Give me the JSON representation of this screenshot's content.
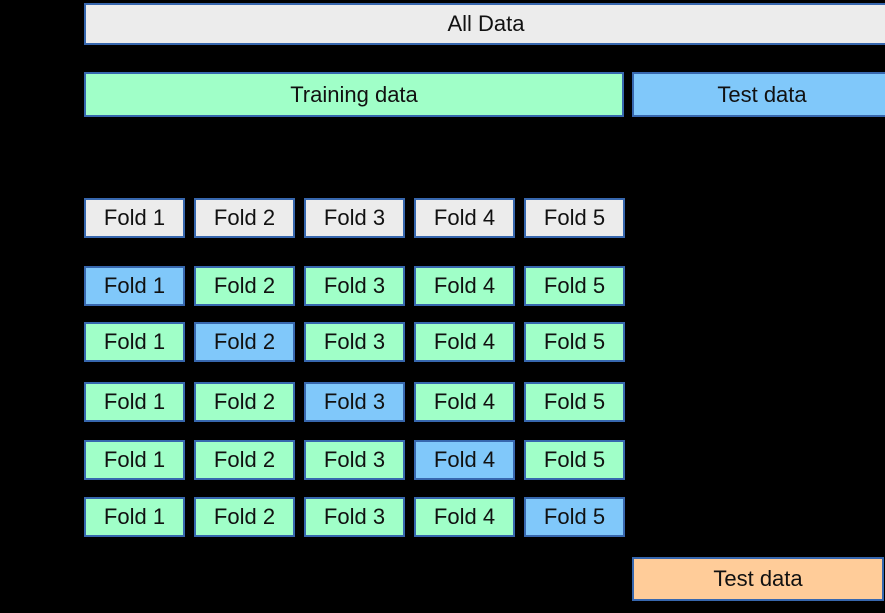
{
  "diagram": {
    "all_data_label": "All Data",
    "training_label": "Training data",
    "test_label": "Test data",
    "final_test_label": "Test data",
    "fold_labels": [
      "Fold 1",
      "Fold 2",
      "Fold 3",
      "Fold 4",
      "Fold 5"
    ],
    "cv_rows": [
      {
        "test_fold": "Fold 1"
      },
      {
        "test_fold": "Fold 2"
      },
      {
        "test_fold": "Fold 3"
      },
      {
        "test_fold": "Fold 4"
      },
      {
        "test_fold": "Fold 5"
      }
    ]
  },
  "colors": {
    "background": "#000000",
    "border": "#3767AE",
    "gray": "#ECECEC",
    "green": "#A0FFC8",
    "blue": "#80C8FA",
    "orange": "#FFCC99",
    "text": "#111111"
  }
}
